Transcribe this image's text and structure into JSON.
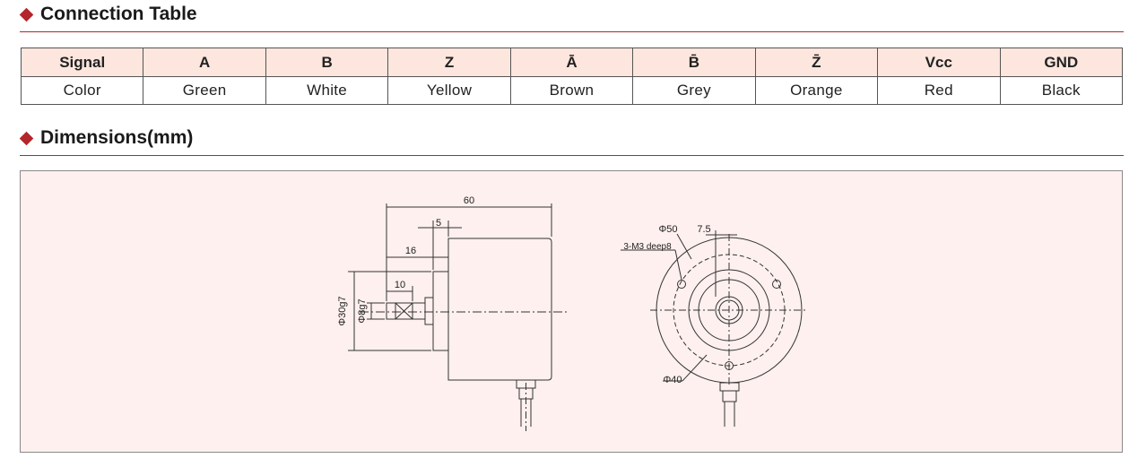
{
  "sections": {
    "connection_title": "Connection Table",
    "dimensions_title": "Dimensions(mm)"
  },
  "table": {
    "headers": [
      "Signal",
      "A",
      "B",
      "Z",
      "Ā",
      "B̄",
      "Z̄",
      "Vcc",
      "GND"
    ],
    "values": [
      "Color",
      "Green",
      "White",
      "Yellow",
      "Brown",
      "Grey",
      "Orange",
      "Red",
      "Black"
    ]
  },
  "drawing": {
    "side_view": {
      "overall_length": "60",
      "flange_offset": "5",
      "shaft_to_body": "16",
      "shaft_flat": "10",
      "spigot_diameter": "Φ30g7",
      "shaft_diameter": "Φ8g7"
    },
    "front_view": {
      "outer_diameter": "Φ50",
      "hole_offset": "7.5",
      "mounting_holes": "3-M3 deep8",
      "bolt_circle": "Φ40"
    }
  },
  "colors": {
    "accent": "#b3262b",
    "header_fill": "#fce6de",
    "panel_fill": "#fdf0ee"
  }
}
